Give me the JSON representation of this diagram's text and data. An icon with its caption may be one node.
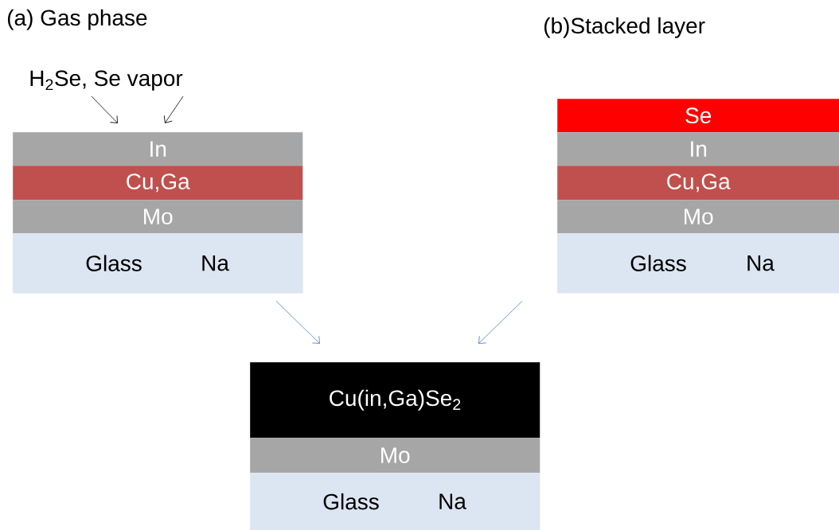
{
  "diagram": {
    "nodes": [
      {
        "text": [],
        "shape": "box"
      },
      {
        "text": [
          "In"
        ],
        "in": 0
      },
      {
        "text": [
          "Cu,Ga"
        ],
        "in": 0
      },
      {
        "text": [
          "Mo"
        ],
        "in": 0
      },
      {
        "text": [
          "Glass",
          "Na"
        ],
        "in": 0
      },
      {
        "text": [],
        "shape": "box"
      },
      {
        "text": [
          "Se"
        ],
        "in": 5
      },
      {
        "text": [
          "In"
        ],
        "in": 5
      },
      {
        "text": [
          "Cu,Ga"
        ],
        "in": 5
      },
      {
        "text": [
          "Mo"
        ],
        "in": 5
      },
      {
        "text": [
          "Glass",
          "Na"
        ],
        "in": 5
      },
      {
        "text": [],
        "shape": "box"
      },
      {
        "text": [
          "Cu(in,Ga)Se$_{2}$"
        ],
        "in": 11
      },
      {
        "text": [
          "Mo"
        ],
        "in": 11
      },
      {
        "text": [
          "Glass",
          "Na"
        ],
        "in": 11
      },
      {
        "text": [
          "H$_{2}$Se, Se vapor"
        ]
      }
    ],
    "edges": [
      {
        "from": 15,
        "to": 1,
        "arrow": "to",
        "color": "#000000"
      },
      {
        "from": 15,
        "to": 1,
        "arrow": "to",
        "color": "#000000"
      },
      {
        "from": 0,
        "to": 11,
        "arrow": "to",
        "color": "#4f81bd"
      },
      {
        "from": 5,
        "to": 11,
        "arrow": "to",
        "color": "#4f81bd"
      }
    ],
    "labels": [
      "(a) Gas phase",
      "(b)Stacked layer"
    ]
  }
}
